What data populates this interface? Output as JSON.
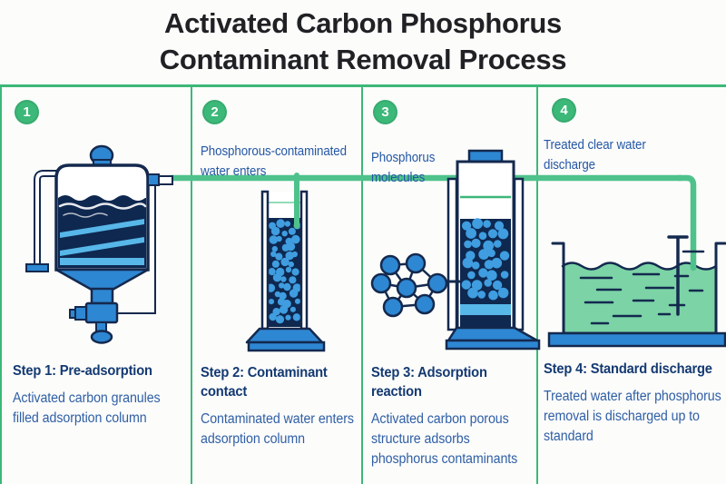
{
  "title": {
    "line1": "Activated Carbon Phosphorus",
    "line2": "Contaminant Removal Process"
  },
  "colors": {
    "green": "#3cb878",
    "pipe_green": "#4fc28c",
    "water_green": "#7bd3a6",
    "level_green": "#93dcb8",
    "blue": "#2e87d3",
    "granule_blue": "#3f9de0",
    "light_blue": "#57b7e8",
    "navy": "#14294e",
    "dark_navy": "#0e2850",
    "title_text": "#202124",
    "heading_text": "#143a72",
    "body_text": "#2f5fa5",
    "caption_text": "#2457a5",
    "background": "#fcfcfb"
  },
  "steps": [
    {
      "number": "1",
      "caption": "",
      "heading": "Step 1: Pre-adsorption",
      "body": "Activated carbon granules filled adsorption column",
      "icon": "pre-adsorption-tank-icon"
    },
    {
      "number": "2",
      "caption": "Phosphorous-contaminated water enters",
      "heading": "Step 2: Contaminant contact",
      "body": "Contaminated water enters adsorption column",
      "icon": "adsorption-column-icon"
    },
    {
      "number": "3",
      "caption": "Phosphorus molecules",
      "heading": "Step 3: Adsorption reaction",
      "body": "Activated carbon porous structure adsorbs phosphorus contaminants",
      "icon": "molecule-cluster-icon"
    },
    {
      "number": "4",
      "caption": "Treated clear water discharge",
      "heading": "Step 4: Standard discharge",
      "body": "Treated water after phosphorus removal is discharged up to standard",
      "icon": "discharge-tank-icon"
    }
  ],
  "connector_icon": "flow-pipe"
}
